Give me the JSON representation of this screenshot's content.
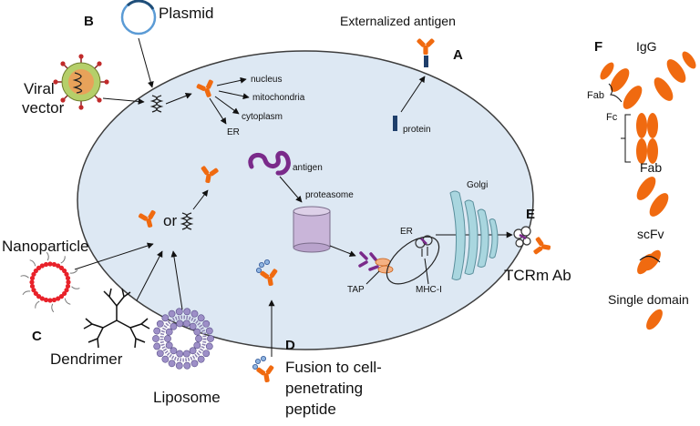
{
  "panels": {
    "a": "A",
    "b": "B",
    "c": "C",
    "d": "D",
    "e": "E",
    "f": "F"
  },
  "labels": {
    "plasmid": "Plasmid",
    "viral_vector_line1": "Viral",
    "viral_vector_line2": "vector",
    "externalized_antigen": "Externalized antigen",
    "protein": "protein",
    "nucleus": "nucleus",
    "mitochondria": "mitochondria",
    "cytoplasm": "cytoplasm",
    "er_top": "ER",
    "antigen": "antigen",
    "proteasome": "proteasome",
    "golgi": "Golgi",
    "er_mid": "ER",
    "or": "or",
    "tap": "TAP",
    "mhc": "MHC-I",
    "tcrm": "TCRm Ab",
    "nanoparticle": "Nanoparticle",
    "dendrimer": "Dendrimer",
    "liposome": "Liposome",
    "fusion_line1": "Fusion to cell-",
    "fusion_line2": "penetrating",
    "fusion_line3": "peptide",
    "igg": "IgG",
    "fab_label": "Fab",
    "fc_label": "Fc",
    "fab_title": "Fab",
    "scfv": "scFv",
    "single_domain": "Single domain"
  },
  "colors": {
    "cell_fill": "#dde8f3",
    "cell_stroke": "#3d3d3d",
    "antibody": "#f06a10",
    "protein_bar": "#1f3f6b",
    "antigen_purple": "#7a2a8a",
    "proteasome": "#c9b5d9",
    "golgi": "#a9d6df",
    "nanoparticle": "#e8222a",
    "liposome": "#9d8fc7",
    "virus_outer": "#b5cf6a",
    "virus_inner": "#e8a25a"
  }
}
